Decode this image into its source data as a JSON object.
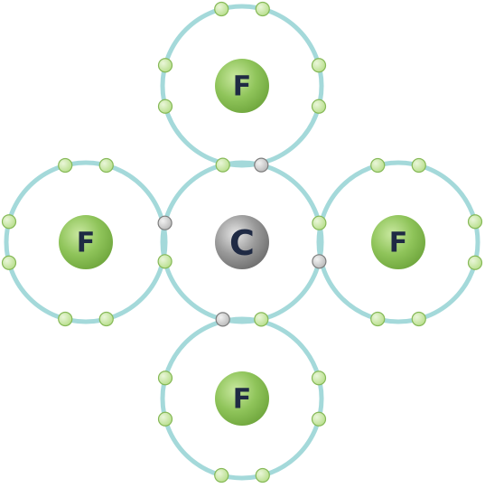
{
  "title": "",
  "colors": {
    "shell": "#a4d9da",
    "fluorine_fill": "#8fc45a",
    "fluorine_light": "#c9e8a0",
    "fluorine_dark": "#6fa63d",
    "carbon_fill": "#9a9a9a",
    "carbon_light": "#e6e6e6",
    "carbon_dark": "#6e6e6e",
    "label_color": "#1f2a44",
    "electron_fluorine": "#b4dd86",
    "electron_fluorine_stroke": "#86b957",
    "electron_carbon": "#b5b5b5",
    "electron_carbon_stroke": "#7d7d7d"
  },
  "atoms": [
    {
      "id": "carbon",
      "symbol": "C",
      "element": "carbon",
      "position": "center"
    },
    {
      "id": "fluorine-top",
      "symbol": "F",
      "element": "fluorine",
      "position": "top"
    },
    {
      "id": "fluorine-left",
      "symbol": "F",
      "element": "fluorine",
      "position": "left"
    },
    {
      "id": "fluorine-right",
      "symbol": "F",
      "element": "fluorine",
      "position": "right"
    },
    {
      "id": "fluorine-bottom",
      "symbol": "F",
      "element": "fluorine",
      "position": "bottom"
    }
  ],
  "shared_pairs": [
    {
      "between": [
        "carbon",
        "fluorine-top"
      ],
      "electrons": [
        "fluorine",
        "carbon"
      ]
    },
    {
      "between": [
        "carbon",
        "fluorine-left"
      ],
      "electrons": [
        "carbon",
        "fluorine"
      ]
    },
    {
      "between": [
        "carbon",
        "fluorine-right"
      ],
      "electrons": [
        "fluorine",
        "carbon"
      ]
    },
    {
      "between": [
        "carbon",
        "fluorine-bottom"
      ],
      "electrons": [
        "carbon",
        "fluorine"
      ]
    }
  ],
  "lone_electrons_per_fluorine": 6
}
